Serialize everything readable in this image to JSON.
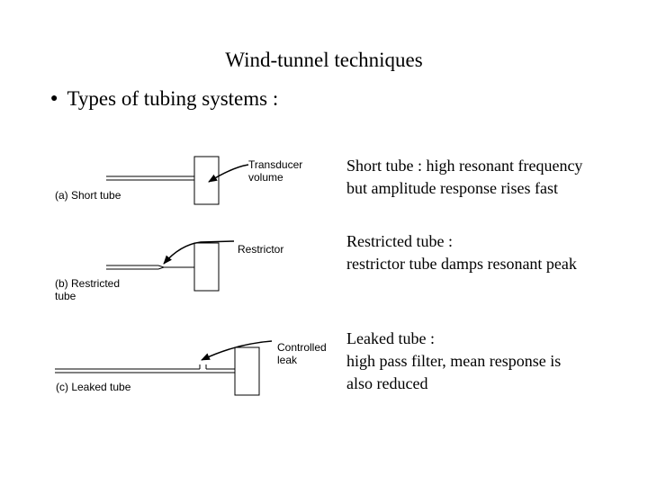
{
  "title": "Wind-tunnel techniques",
  "bullet": "Types of tubing systems :",
  "diagrams": {
    "short": {
      "caption": "(a) Short tube",
      "label_lines": [
        "Transducer",
        "volume"
      ]
    },
    "restricted": {
      "caption_lines": [
        "(b) Restricted",
        "tube"
      ],
      "label": "Restrictor"
    },
    "leaked": {
      "caption": "(c) Leaked tube",
      "label_lines": [
        "Controlled",
        "leak"
      ]
    }
  },
  "notes": {
    "short": [
      "Short tube : high resonant frequency",
      "but amplitude response rises fast"
    ],
    "restricted": [
      "Restricted tube :",
      "restrictor tube damps resonant peak"
    ],
    "leaked": [
      "Leaked tube :",
      "high pass filter, mean response is",
      "also reduced"
    ]
  }
}
